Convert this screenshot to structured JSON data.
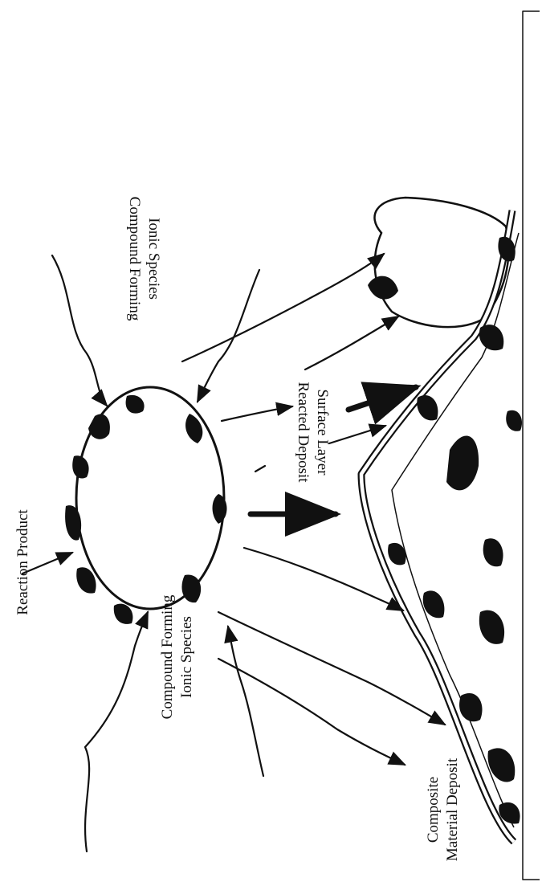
{
  "labels": {
    "reaction_product": "Reaction Product",
    "compound_forming_top_1": "Compound Forming",
    "compound_forming_top_2": "Ionic Species",
    "compound_forming_bottom_1": "Compound Forming",
    "compound_forming_bottom_2": "Ionic Species",
    "reacted_deposit_1": "Reacted Deposit",
    "reacted_deposit_2": "Surface Layer",
    "composite_1": "Composite",
    "composite_2": "Material Deposit"
  }
}
